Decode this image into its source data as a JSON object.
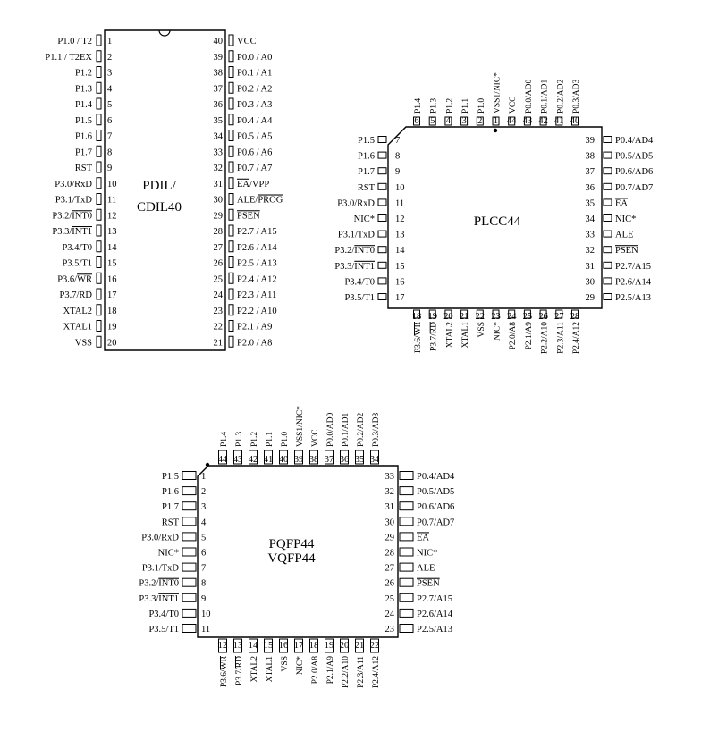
{
  "packages": [
    {
      "id": "dip",
      "type": "dip",
      "title_lines": [
        "PDIL/",
        "CDIL40"
      ],
      "left_pins": [
        {
          "num": "1",
          "label": "P1.0 / T2"
        },
        {
          "num": "2",
          "label": "P1.1 / T2EX"
        },
        {
          "num": "3",
          "label": "P1.2"
        },
        {
          "num": "4",
          "label": "P1.3"
        },
        {
          "num": "5",
          "label": "P1.4"
        },
        {
          "num": "6",
          "label": "P1.5"
        },
        {
          "num": "7",
          "label": "P1.6"
        },
        {
          "num": "8",
          "label": "P1.7"
        },
        {
          "num": "9",
          "label": "RST"
        },
        {
          "num": "10",
          "label": "P3.0/RxD"
        },
        {
          "num": "11",
          "label": "P3.1/TxD"
        },
        {
          "num": "12",
          "label": "P3.2/INT0",
          "bar": "INT0"
        },
        {
          "num": "13",
          "label": "P3.3/INT1",
          "bar": "INT1"
        },
        {
          "num": "14",
          "label": "P3.4/T0"
        },
        {
          "num": "15",
          "label": "P3.5/T1"
        },
        {
          "num": "16",
          "label": "P3.6/WR",
          "bar": "WR"
        },
        {
          "num": "17",
          "label": "P3.7/RD",
          "bar": "RD"
        },
        {
          "num": "18",
          "label": "XTAL2"
        },
        {
          "num": "19",
          "label": "XTAL1"
        },
        {
          "num": "20",
          "label": "VSS"
        }
      ],
      "right_pins": [
        {
          "num": "40",
          "label": "VCC"
        },
        {
          "num": "39",
          "label": "P0.0 / A0"
        },
        {
          "num": "38",
          "label": "P0.1 / A1"
        },
        {
          "num": "37",
          "label": "P0.2 / A2"
        },
        {
          "num": "36",
          "label": "P0.3 / A3"
        },
        {
          "num": "35",
          "label": "P0.4 / A4"
        },
        {
          "num": "34",
          "label": "P0.5 / A5"
        },
        {
          "num": "33",
          "label": "P0.6 / A6"
        },
        {
          "num": "32",
          "label": "P0.7 / A7"
        },
        {
          "num": "31",
          "label": "EA/VPP",
          "bar": "EA"
        },
        {
          "num": "30",
          "label": "ALE/PROG",
          "bar": "PROG"
        },
        {
          "num": "29",
          "label": "PSEN",
          "bar": "PSEN"
        },
        {
          "num": "28",
          "label": "P2.7 / A15"
        },
        {
          "num": "27",
          "label": "P2.6 / A14"
        },
        {
          "num": "26",
          "label": "P2.5 / A13"
        },
        {
          "num": "25",
          "label": "P2.4 / A12"
        },
        {
          "num": "24",
          "label": "P2.3 / A11"
        },
        {
          "num": "23",
          "label": "P2.2 / A10"
        },
        {
          "num": "22",
          "label": "P2.1 / A9"
        },
        {
          "num": "21",
          "label": "P2.0 / A8"
        }
      ]
    },
    {
      "id": "plcc",
      "type": "plcc",
      "title_lines": [
        "PLCC44"
      ],
      "top_pins": [
        {
          "num": "6",
          "label": "P1.4"
        },
        {
          "num": "5",
          "label": "P1.3"
        },
        {
          "num": "4",
          "label": "P1.2"
        },
        {
          "num": "3",
          "label": "P1.1"
        },
        {
          "num": "2",
          "label": "P1.0"
        },
        {
          "num": "1",
          "label": "VSS1/NIC*"
        },
        {
          "num": "44",
          "label": "VCC"
        },
        {
          "num": "43",
          "label": "P0.0/AD0"
        },
        {
          "num": "42",
          "label": "P0.1/AD1"
        },
        {
          "num": "41",
          "label": "P0.2/AD2"
        },
        {
          "num": "40",
          "label": "P0.3/AD3"
        }
      ],
      "left_pins": [
        {
          "num": "7",
          "label": "P1.5"
        },
        {
          "num": "8",
          "label": "P1.6"
        },
        {
          "num": "9",
          "label": "P1.7"
        },
        {
          "num": "10",
          "label": "RST"
        },
        {
          "num": "11",
          "label": "P3.0/RxD"
        },
        {
          "num": "12",
          "label": "NIC*"
        },
        {
          "num": "13",
          "label": "P3.1/TxD"
        },
        {
          "num": "14",
          "label": "P3.2/INT0",
          "bar": "INT0"
        },
        {
          "num": "15",
          "label": "P3.3/INT1",
          "bar": "INT1"
        },
        {
          "num": "16",
          "label": "P3.4/T0"
        },
        {
          "num": "17",
          "label": "P3.5/T1"
        }
      ],
      "right_pins": [
        {
          "num": "39",
          "label": "P0.4/AD4"
        },
        {
          "num": "38",
          "label": "P0.5/AD5"
        },
        {
          "num": "37",
          "label": "P0.6/AD6"
        },
        {
          "num": "36",
          "label": "P0.7/AD7"
        },
        {
          "num": "35",
          "label": "EA",
          "bar": "EA"
        },
        {
          "num": "34",
          "label": "NIC*"
        },
        {
          "num": "33",
          "label": "ALE"
        },
        {
          "num": "32",
          "label": "PSEN",
          "bar": "PSEN"
        },
        {
          "num": "31",
          "label": "P2.7/A15"
        },
        {
          "num": "30",
          "label": "P2.6/A14"
        },
        {
          "num": "29",
          "label": "P2.5/A13"
        }
      ],
      "bottom_pins": [
        {
          "num": "18",
          "label": "P3.6/WR",
          "bar": "WR"
        },
        {
          "num": "19",
          "label": "P3.7/RD",
          "bar": "RD"
        },
        {
          "num": "20",
          "label": "XTAL2"
        },
        {
          "num": "21",
          "label": "XTAL1"
        },
        {
          "num": "22",
          "label": "VSS"
        },
        {
          "num": "23",
          "label": "NIC*"
        },
        {
          "num": "24",
          "label": "P2.0/A8"
        },
        {
          "num": "25",
          "label": "P2.1/A9"
        },
        {
          "num": "26",
          "label": "P2.2/A10"
        },
        {
          "num": "27",
          "label": "P2.3/A11"
        },
        {
          "num": "28",
          "label": "P2.4/A12"
        }
      ]
    },
    {
      "id": "pqfp",
      "type": "qfp",
      "title_lines": [
        "PQFP44",
        "VQFP44"
      ],
      "top_pins": [
        {
          "num": "44",
          "label": "P1.4"
        },
        {
          "num": "43",
          "label": "P1.3"
        },
        {
          "num": "42",
          "label": "P1.2"
        },
        {
          "num": "41",
          "label": "P1.1"
        },
        {
          "num": "40",
          "label": "P1.0"
        },
        {
          "num": "39",
          "label": "VSS1/NIC*"
        },
        {
          "num": "38",
          "label": "VCC"
        },
        {
          "num": "37",
          "label": "P0.0/AD0"
        },
        {
          "num": "36",
          "label": "P0.1/AD1"
        },
        {
          "num": "35",
          "label": "P0.2/AD2"
        },
        {
          "num": "34",
          "label": "P0.3/AD3"
        }
      ],
      "left_pins": [
        {
          "num": "1",
          "label": "P1.5"
        },
        {
          "num": "2",
          "label": "P1.6"
        },
        {
          "num": "3",
          "label": "P1.7"
        },
        {
          "num": "4",
          "label": "RST"
        },
        {
          "num": "5",
          "label": "P3.0/RxD"
        },
        {
          "num": "6",
          "label": "NIC*"
        },
        {
          "num": "7",
          "label": "P3.1/TxD"
        },
        {
          "num": "8",
          "label": "P3.2/INT0",
          "bar": "INT0"
        },
        {
          "num": "9",
          "label": "P3.3/INT1",
          "bar": "INT1"
        },
        {
          "num": "10",
          "label": "P3.4/T0"
        },
        {
          "num": "11",
          "label": "P3.5/T1"
        }
      ],
      "right_pins": [
        {
          "num": "33",
          "label": "P0.4/AD4"
        },
        {
          "num": "32",
          "label": "P0.5/AD5"
        },
        {
          "num": "31",
          "label": "P0.6/AD6"
        },
        {
          "num": "30",
          "label": "P0.7/AD7"
        },
        {
          "num": "29",
          "label": "EA",
          "bar": "EA"
        },
        {
          "num": "28",
          "label": "NIC*"
        },
        {
          "num": "27",
          "label": "ALE"
        },
        {
          "num": "26",
          "label": "PSEN",
          "bar": "PSEN"
        },
        {
          "num": "25",
          "label": "P2.7/A15"
        },
        {
          "num": "24",
          "label": "P2.6/A14"
        },
        {
          "num": "23",
          "label": "P2.5/A13"
        }
      ],
      "bottom_pins": [
        {
          "num": "12",
          "label": "P3.6/WR",
          "bar": "WR"
        },
        {
          "num": "13",
          "label": "P3.7/RD",
          "bar": "RD"
        },
        {
          "num": "14",
          "label": "XTAL2"
        },
        {
          "num": "15",
          "label": "XTAL1"
        },
        {
          "num": "16",
          "label": "VSS"
        },
        {
          "num": "17",
          "label": "NIC*"
        },
        {
          "num": "18",
          "label": "P2.0/A8"
        },
        {
          "num": "19",
          "label": "P2.1/A9"
        },
        {
          "num": "20",
          "label": "P2.2/A10"
        },
        {
          "num": "21",
          "label": "P2.3/A11"
        },
        {
          "num": "22",
          "label": "P2.4/A12"
        }
      ]
    }
  ]
}
